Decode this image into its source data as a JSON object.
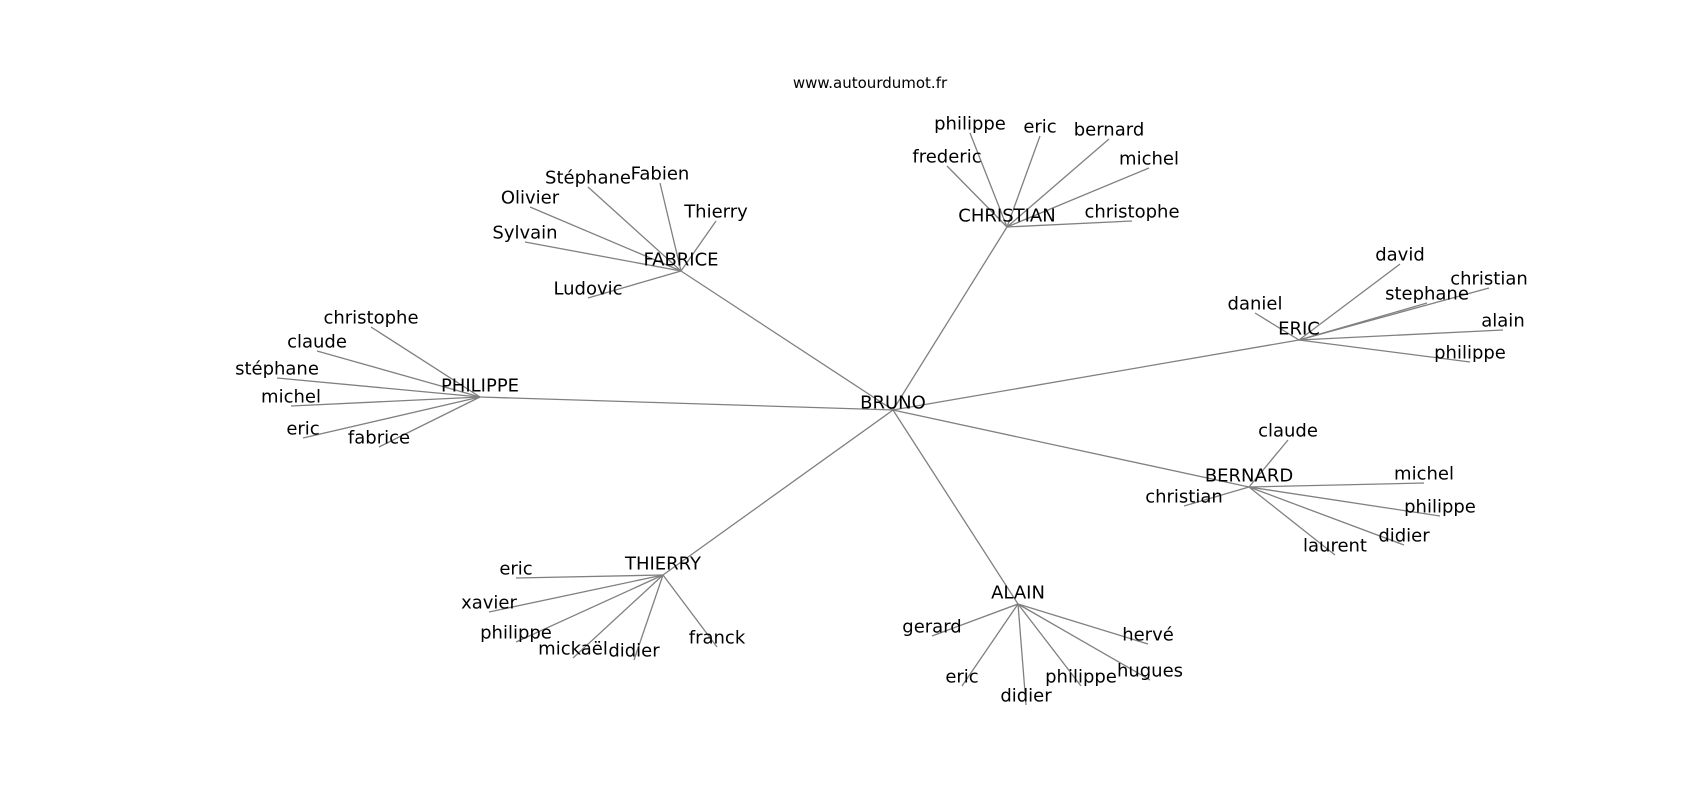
{
  "header": {
    "site": "www.autourdumot.fr"
  },
  "graph": {
    "center": "BRUNO",
    "edge_color": "#808080",
    "groups": [
      {
        "hub": "CHRISTIAN",
        "leaves": [
          "philippe",
          "eric",
          "bernard",
          "frederic",
          "michel",
          "christophe"
        ]
      },
      {
        "hub": "FABRICE",
        "leaves": [
          "Stéphane",
          "Fabien",
          "Olivier",
          "Thierry",
          "Sylvain",
          "Ludovic"
        ]
      },
      {
        "hub": "PHILIPPE",
        "leaves": [
          "christophe",
          "claude",
          "stéphane",
          "michel",
          "eric",
          "fabrice"
        ]
      },
      {
        "hub": "ERIC",
        "leaves": [
          "david",
          "christian",
          "stephane",
          "daniel",
          "alain",
          "philippe"
        ]
      },
      {
        "hub": "BERNARD",
        "leaves": [
          "claude",
          "michel",
          "christian",
          "philippe",
          "didier",
          "laurent"
        ]
      },
      {
        "hub": "THIERRY",
        "leaves": [
          "eric",
          "xavier",
          "philippe",
          "mickaël",
          "didier",
          "franck"
        ]
      },
      {
        "hub": "ALAIN",
        "leaves": [
          "gerard",
          "hervé",
          "hugues",
          "eric",
          "philippe",
          "didier"
        ]
      }
    ]
  }
}
